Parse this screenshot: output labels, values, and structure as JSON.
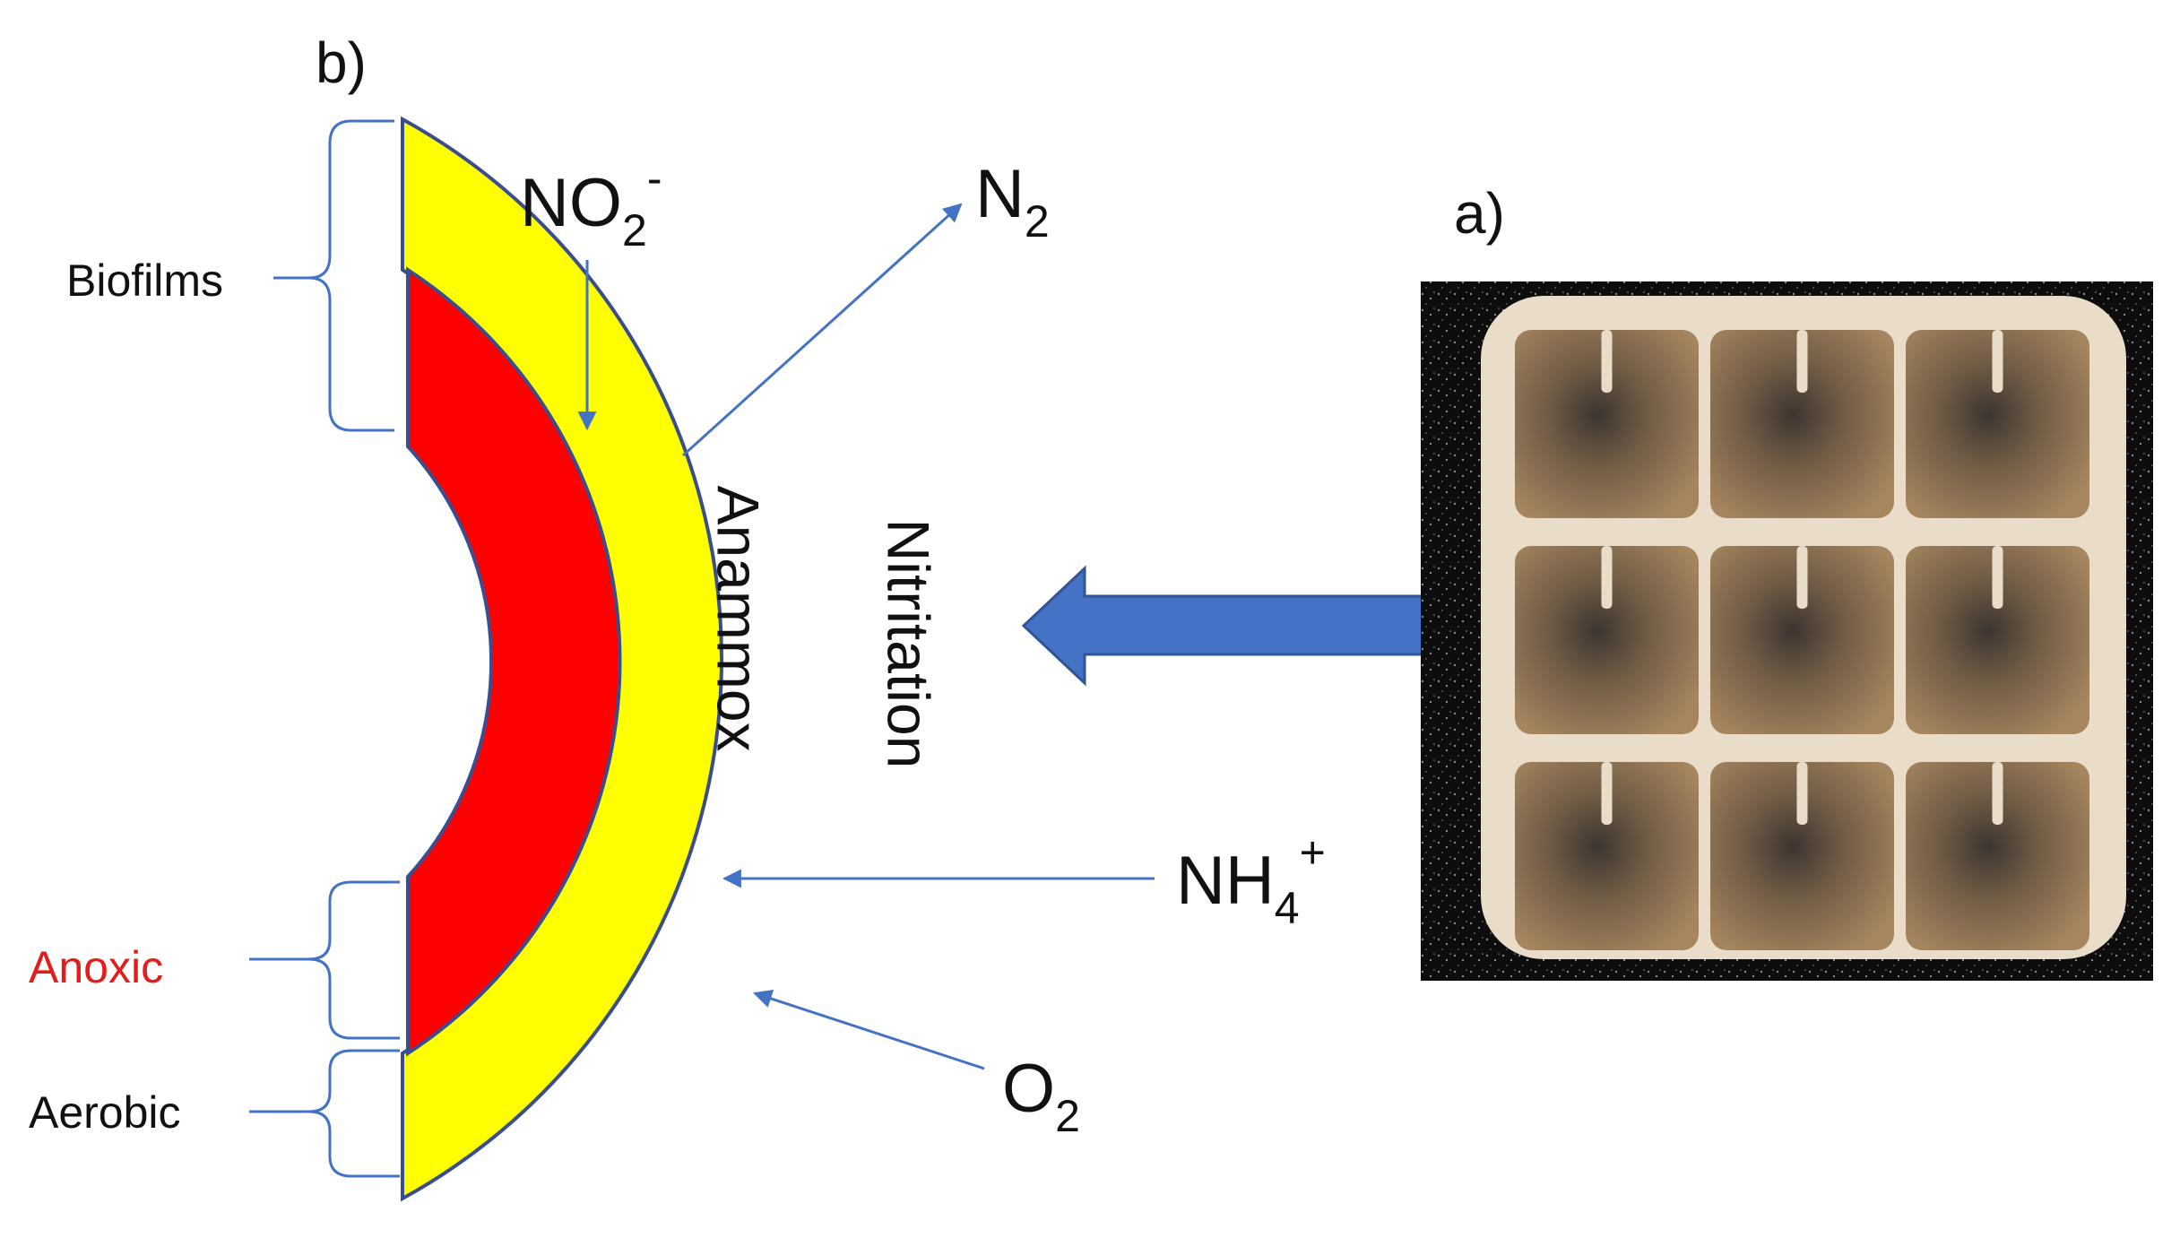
{
  "panel_a_label": "a)",
  "panel_b_label": "b)",
  "layers": {
    "outer": {
      "label": "Nitritation",
      "color": "#ffff00"
    },
    "inner": {
      "label": "Anammox",
      "color": "#ff0000"
    }
  },
  "species": {
    "nitrite": {
      "base": "NO",
      "sub": "2",
      "sup": "-"
    },
    "nitrogen": {
      "base": "N",
      "sub": "2"
    },
    "ammonium": {
      "base": "NH",
      "sub": "4",
      "sup": "+"
    },
    "oxygen": {
      "base": "O",
      "sub": "2"
    }
  },
  "brackets": {
    "biofilms": "Biofilms",
    "anoxic": "Anoxic",
    "aerobic": "Aerobic"
  },
  "colors": {
    "anoxic_text": "#e31c1c",
    "arrow": "#4472c4",
    "block_arrow": "#4472c4",
    "bracket": "#4472c4",
    "outline": "#3a4d8f"
  },
  "photo": {
    "grid_rows": 3,
    "grid_cols": 3
  }
}
